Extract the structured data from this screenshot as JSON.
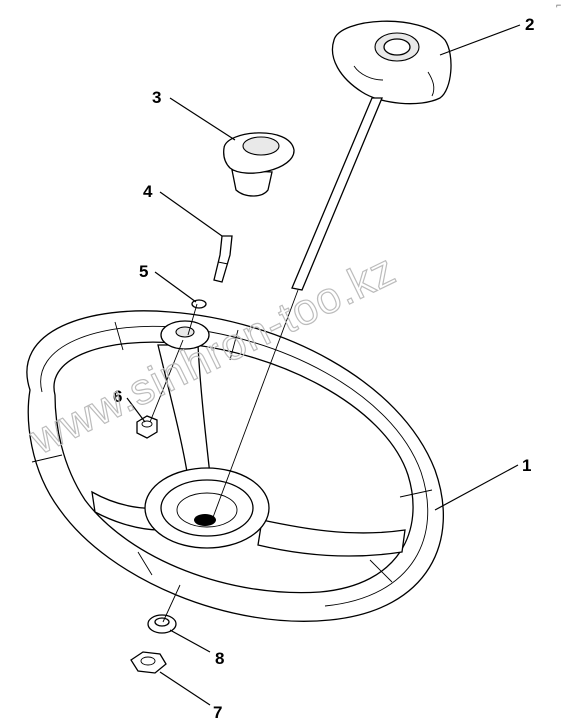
{
  "watermark": "www.sinhron-too.kz",
  "corner_mark": "⌐",
  "parts": [
    {
      "id": "steering-wheel",
      "label": "1"
    },
    {
      "id": "center-cap-rod",
      "label": "2"
    },
    {
      "id": "knob",
      "label": "3"
    },
    {
      "id": "shaft-pin",
      "label": "4"
    },
    {
      "id": "ring",
      "label": "5"
    },
    {
      "id": "hub-nut",
      "label": "6"
    },
    {
      "id": "lower-nut",
      "label": "7"
    },
    {
      "id": "washer",
      "label": "8"
    }
  ]
}
